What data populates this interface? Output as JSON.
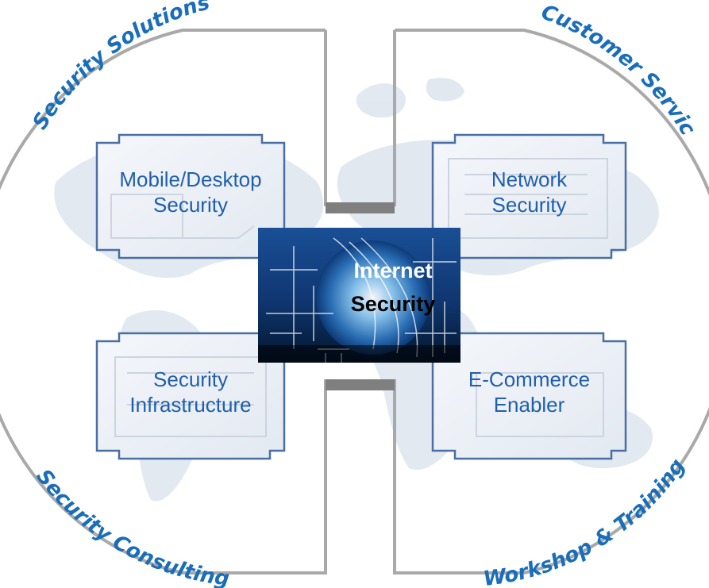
{
  "diagram": {
    "arcs": {
      "top_left": "Security Solutions",
      "top_right": "Customer Service",
      "bottom_left": "Security Consulting",
      "bottom_right": "Workshop & Training"
    },
    "boxes": {
      "top_left": [
        "Mobile/Desktop",
        "Security"
      ],
      "top_right": [
        "Network",
        "Security"
      ],
      "bottom_left": [
        "Security",
        "Infrastructure"
      ],
      "bottom_right": [
        "E-Commerce",
        "Enabler"
      ]
    },
    "center": {
      "line1": "Internet",
      "line2": "Security"
    }
  },
  "colors": {
    "label_blue": "#1f5fae",
    "arc_text_blue": "#1a6db8",
    "outline_gray": "#a3a3a3",
    "bar_gray": "#7f7f7f",
    "map_tint": "#dbe4ee",
    "center_bg_top": "#123a7a",
    "center_bg_bottom": "#05203f"
  }
}
